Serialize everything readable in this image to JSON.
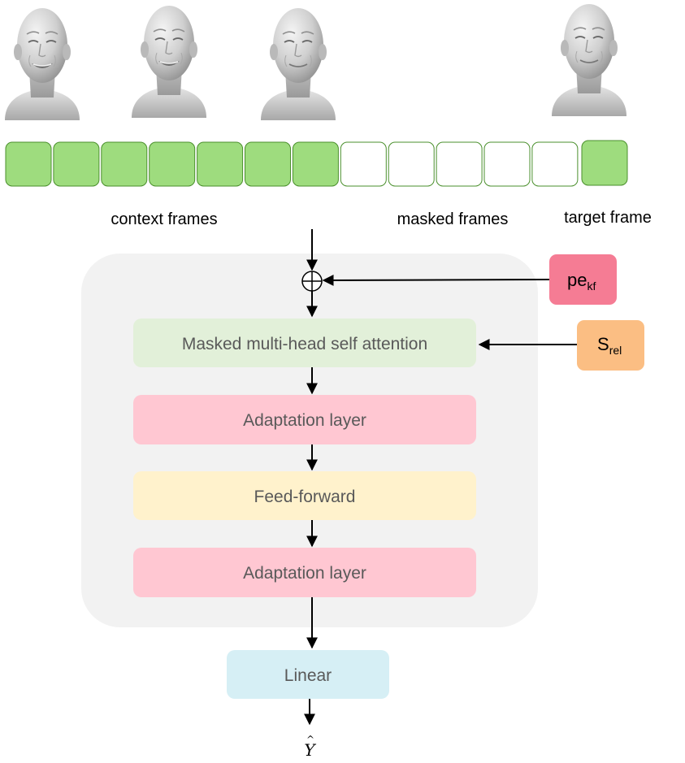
{
  "faces": [
    {
      "id": "face-1",
      "expression": "big-smile"
    },
    {
      "id": "face-2",
      "expression": "big-smile"
    },
    {
      "id": "face-3",
      "expression": "slight-smile"
    },
    {
      "id": "face-4",
      "expression": "slight-smile"
    }
  ],
  "frames": [
    {
      "state": "context"
    },
    {
      "state": "context"
    },
    {
      "state": "context"
    },
    {
      "state": "context"
    },
    {
      "state": "context"
    },
    {
      "state": "context"
    },
    {
      "state": "context"
    },
    {
      "state": "masked"
    },
    {
      "state": "masked"
    },
    {
      "state": "masked"
    },
    {
      "state": "masked"
    },
    {
      "state": "masked"
    },
    {
      "state": "target"
    }
  ],
  "labels": {
    "context": "context frames",
    "masked": "masked frames",
    "target": "target frame"
  },
  "blocks": {
    "attention": "Masked multi-head self attention",
    "adaptation1": "Adaptation layer",
    "feedforward": "Feed-forward",
    "adaptation2": "Adaptation layer",
    "linear": "Linear"
  },
  "side_inputs": {
    "pe": {
      "base": "pe",
      "sub": "kf"
    },
    "s": {
      "base": "S",
      "sub": "rel"
    }
  },
  "output": {
    "symbol": "Y",
    "accent": "^"
  },
  "colors": {
    "frame_fill": "#9edc7e",
    "frame_stroke": "#4a8f2c",
    "masked_fill": "#ffffff",
    "container": "#f2f2f2",
    "attention": "#e2f0d9",
    "adaptation": "#ffc7d2",
    "feedforward": "#fff2cc",
    "linear": "#d6eff5",
    "pe": "#f57c94",
    "s": "#fbbe83",
    "block_text": "#595959",
    "arrow": "#000000"
  }
}
